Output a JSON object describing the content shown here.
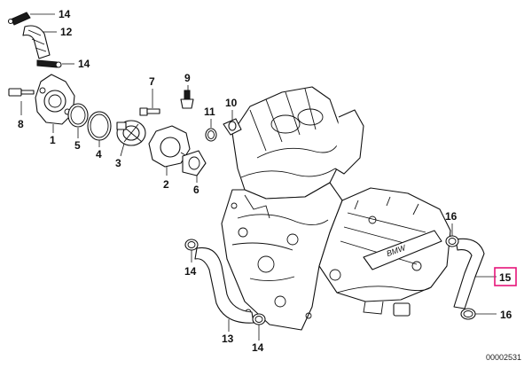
{
  "callouts": [
    {
      "id": "c14a",
      "label": "14"
    },
    {
      "id": "c12",
      "label": "12"
    },
    {
      "id": "c14b",
      "label": "14"
    },
    {
      "id": "c8",
      "label": "8"
    },
    {
      "id": "c1",
      "label": "1"
    },
    {
      "id": "c5",
      "label": "5"
    },
    {
      "id": "c4",
      "label": "4"
    },
    {
      "id": "c3",
      "label": "3"
    },
    {
      "id": "c7",
      "label": "7"
    },
    {
      "id": "c9",
      "label": "9"
    },
    {
      "id": "c2",
      "label": "2"
    },
    {
      "id": "c11",
      "label": "11"
    },
    {
      "id": "c10",
      "label": "10"
    },
    {
      "id": "c6",
      "label": "6"
    },
    {
      "id": "c16a",
      "label": "16"
    },
    {
      "id": "c15",
      "label": "15"
    },
    {
      "id": "c16b",
      "label": "16"
    },
    {
      "id": "c14c",
      "label": "14"
    },
    {
      "id": "c13",
      "label": "13"
    },
    {
      "id": "c14d",
      "label": "14"
    }
  ],
  "highlighted_callout": "15",
  "diagram_reference": "00002531",
  "engine_badge": "BMW",
  "colors": {
    "highlight": "#e6147a",
    "ink": "#111111",
    "background": "#ffffff"
  }
}
